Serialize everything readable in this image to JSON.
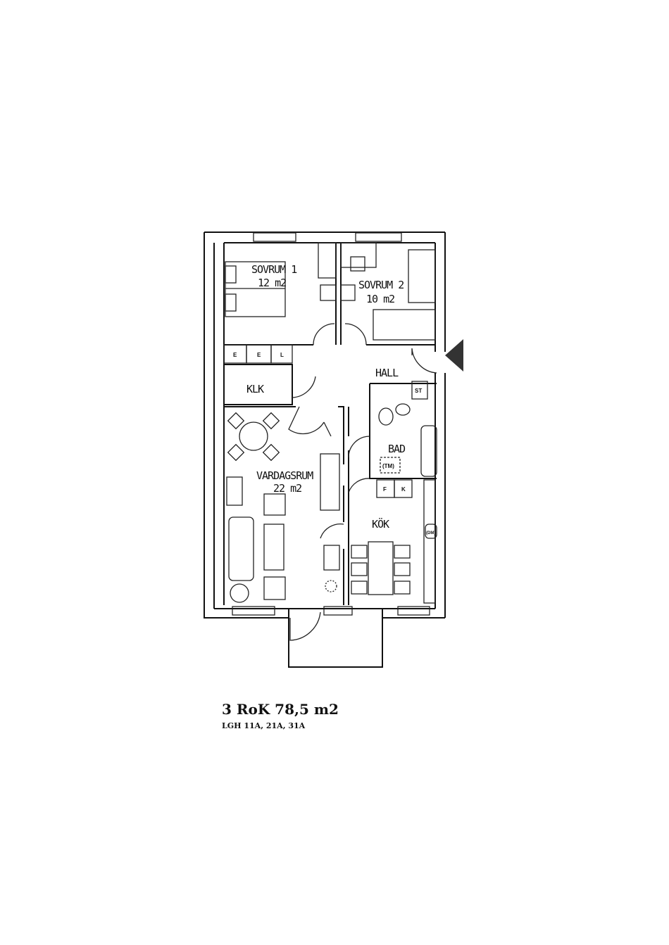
{
  "rooms": {
    "sovrum1": {
      "name": "SOVRUM 1",
      "area": "12 m2"
    },
    "sovrum2": {
      "name": "SOVRUM 2",
      "area": "10 m2"
    },
    "hall": {
      "name": "HALL"
    },
    "klk": {
      "name": "KLK"
    },
    "bad": {
      "name": "BAD"
    },
    "vardagsrum": {
      "name": "VARDAGSRUM",
      "area": "22 m2"
    },
    "kok": {
      "name": "KÖK"
    }
  },
  "fixtures": {
    "wardrobe_1": "E",
    "wardrobe_2": "E",
    "wardrobe_3": "L",
    "storage": "ST",
    "washer": "(TM)",
    "fridge": "F",
    "freezer": "K",
    "dishwasher": "(DM)"
  },
  "caption": {
    "title": "3 RoK 78,5 m2",
    "subtitle": "LGH 11A, 21A, 31A"
  }
}
